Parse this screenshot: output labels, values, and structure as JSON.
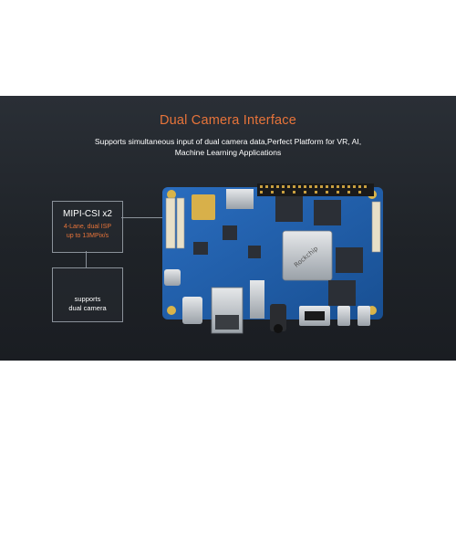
{
  "header": {
    "title": "Dual Camera Interface",
    "subtitle_line1": "Supports simultaneous input of dual camera data,Perfect Platform for VR, AI,",
    "subtitle_line2": "Machine Learning Applications"
  },
  "callout_mipi": {
    "title": "MIPI-CSI x2",
    "line1": "4-Lane, dual ISP",
    "line2": "up to 13MPix/s"
  },
  "callout_camera": {
    "line1": "supports",
    "line2": "dual camera"
  },
  "board": {
    "chip_label": "Rockchip"
  },
  "colors": {
    "accent": "#e8743a",
    "banner_bg": "#1f2328",
    "board_blue": "#1f5fa8"
  }
}
